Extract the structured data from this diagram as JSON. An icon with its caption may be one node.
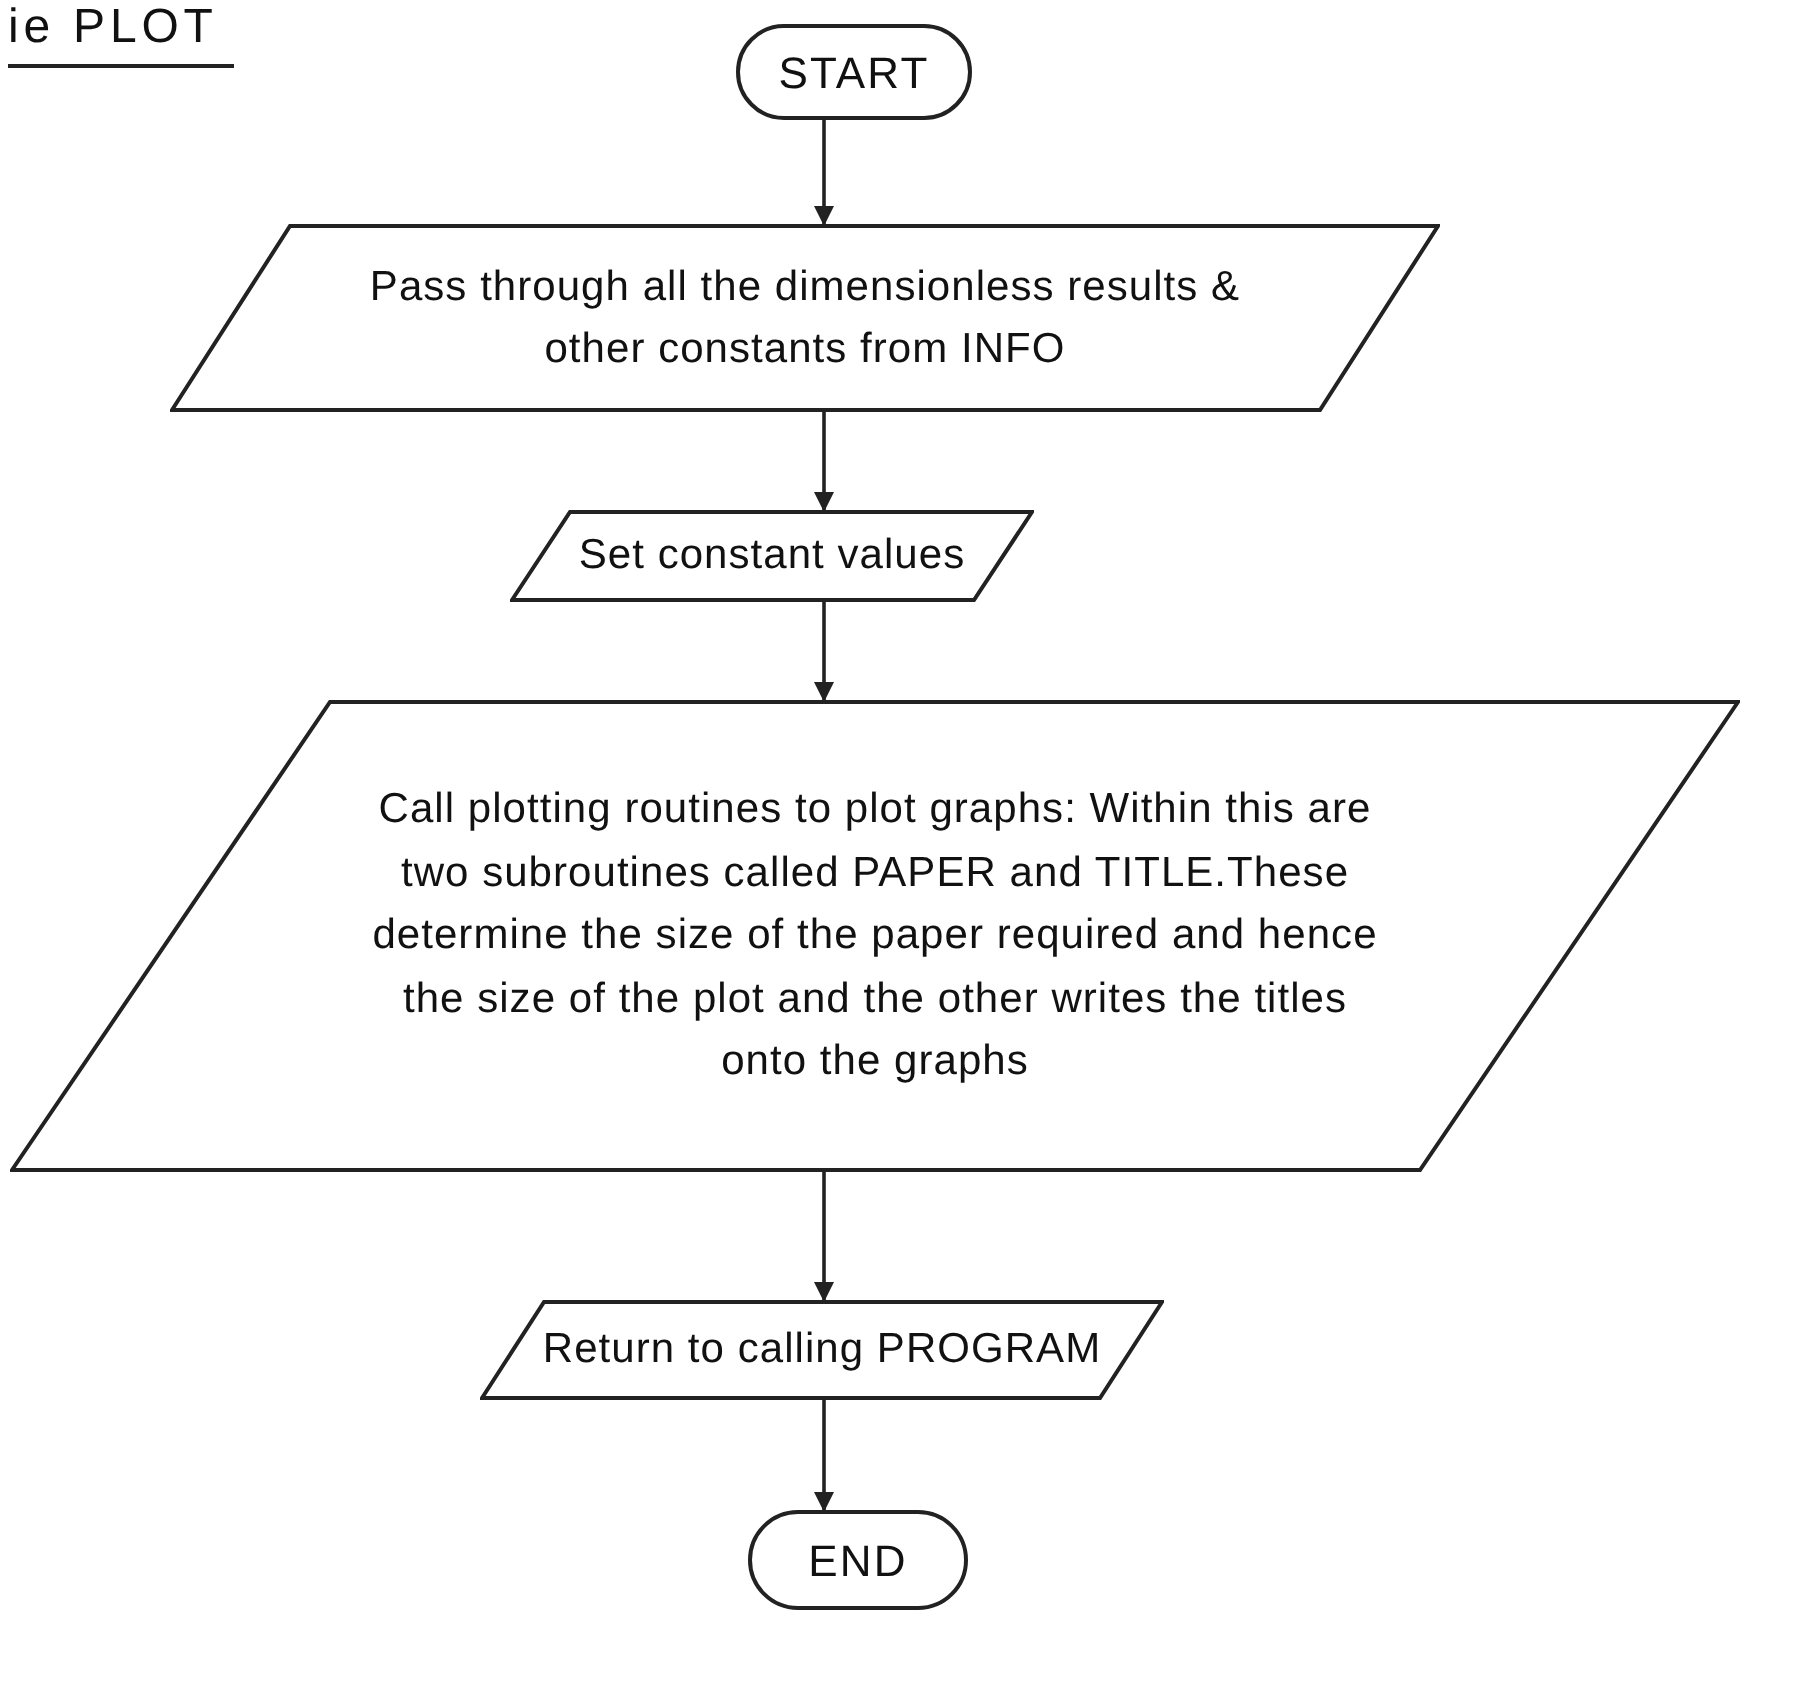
{
  "diagram": {
    "title": "ie PLOT",
    "nodes": [
      {
        "text": [
          "START"
        ]
      },
      {
        "text": [
          "Pass through all the dimensionless results & other constants from INFO"
        ]
      },
      {
        "text": [
          "Set constant values"
        ]
      },
      {
        "text": [
          "Call plotting routines to plot graphs: Within this are two subroutines called PAPER and TITLE.These determine the size of the paper required and hence the size of the plot and the other writes the titles onto the graphs"
        ]
      },
      {
        "text": [
          "Return to calling PROGRAM"
        ]
      },
      {
        "text": [
          "END"
        ]
      }
    ],
    "edges": [
      {
        "from": 0,
        "to": 1,
        "arrow": "to"
      },
      {
        "from": 1,
        "to": 2,
        "arrow": "to"
      },
      {
        "from": 2,
        "to": 3,
        "arrow": "to"
      },
      {
        "from": 3,
        "to": 4,
        "arrow": "to"
      },
      {
        "from": 4,
        "to": 5,
        "arrow": "to"
      }
    ]
  }
}
